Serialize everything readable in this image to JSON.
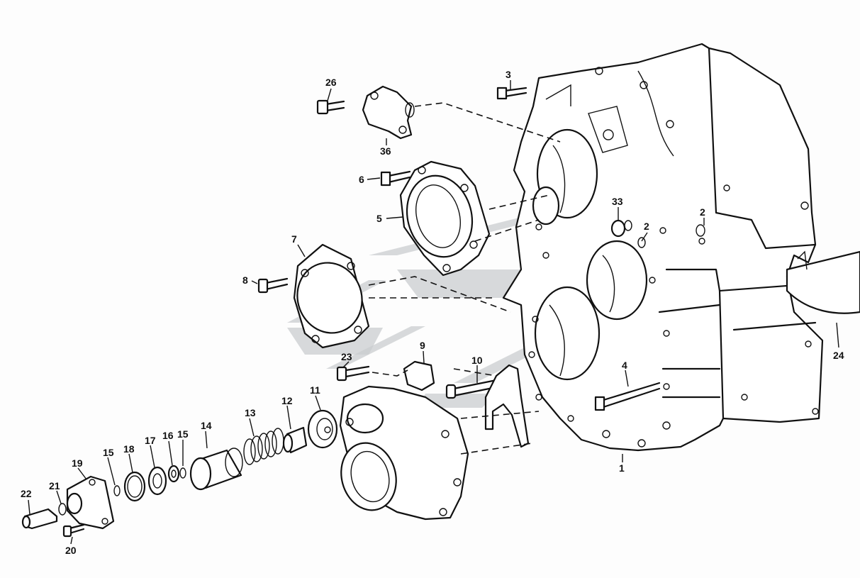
{
  "diagram": {
    "callouts": [
      {
        "id": "c1",
        "text": "1"
      },
      {
        "id": "c2a",
        "text": "2"
      },
      {
        "id": "c2b",
        "text": "2"
      },
      {
        "id": "c3",
        "text": "3"
      },
      {
        "id": "c4",
        "text": "4"
      },
      {
        "id": "c5",
        "text": "5"
      },
      {
        "id": "c6",
        "text": "6"
      },
      {
        "id": "c7",
        "text": "7"
      },
      {
        "id": "c8",
        "text": "8"
      },
      {
        "id": "c9",
        "text": "9"
      },
      {
        "id": "c10",
        "text": "10"
      },
      {
        "id": "c11",
        "text": "11"
      },
      {
        "id": "c12",
        "text": "12"
      },
      {
        "id": "c13",
        "text": "13"
      },
      {
        "id": "c14",
        "text": "14"
      },
      {
        "id": "c15a",
        "text": "15"
      },
      {
        "id": "c15b",
        "text": "15"
      },
      {
        "id": "c16",
        "text": "16"
      },
      {
        "id": "c17",
        "text": "17"
      },
      {
        "id": "c18",
        "text": "18"
      },
      {
        "id": "c19",
        "text": "19"
      },
      {
        "id": "c20",
        "text": "20"
      },
      {
        "id": "c21",
        "text": "21"
      },
      {
        "id": "c22",
        "text": "22"
      },
      {
        "id": "c23",
        "text": "23"
      },
      {
        "id": "c24",
        "text": "24"
      },
      {
        "id": "c26",
        "text": "26"
      },
      {
        "id": "c33",
        "text": "33"
      },
      {
        "id": "c36",
        "text": "36"
      }
    ]
  },
  "colors": {
    "line": "#111111",
    "background": "#fdfdfd",
    "watermark": "#c9cccf"
  }
}
